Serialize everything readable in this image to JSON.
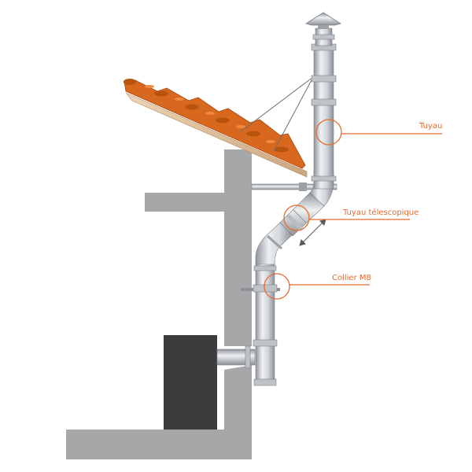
{
  "labels": {
    "tuyau": "Tuyau",
    "telescopique": "Tuyau télescopique",
    "collier": "Collier M8"
  },
  "colors": {
    "accent": "#e86a2c",
    "wall": "#a7a7a9",
    "stove": "#3a3a3a",
    "roof_tile": "#d9681f",
    "roof_base": "#e7c7a3",
    "metal": "#cfd2d6"
  }
}
